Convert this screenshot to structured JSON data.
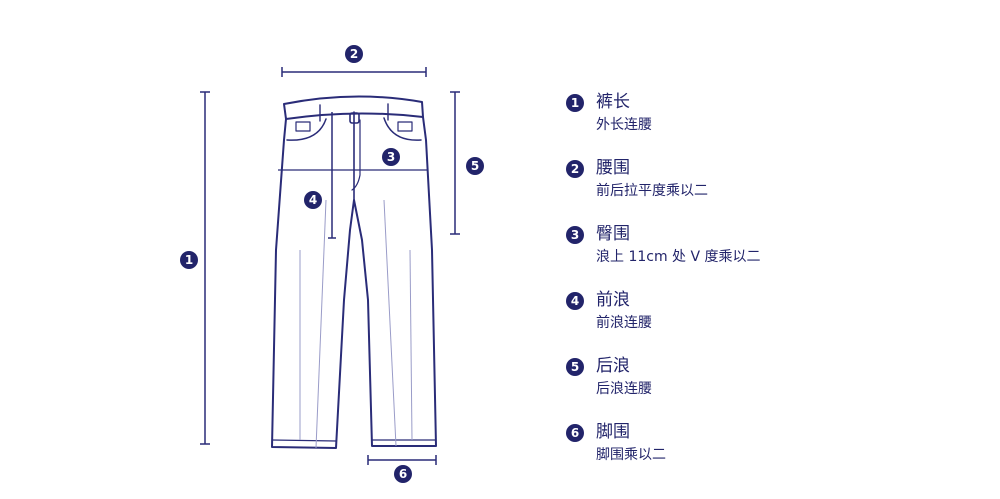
{
  "colors": {
    "ink": "#22246a",
    "line": "#2a2c78",
    "light": "#9a9cc8",
    "background": "#ffffff"
  },
  "markers": [
    "1",
    "2",
    "3",
    "4",
    "5",
    "6"
  ],
  "legend": [
    {
      "number": "1",
      "title": "裤长",
      "desc": "外长连腰"
    },
    {
      "number": "2",
      "title": "腰围",
      "desc": "前后拉平度乘以二"
    },
    {
      "number": "3",
      "title": "臀围",
      "desc": "浪上 11cm 处 V 度乘以二"
    },
    {
      "number": "4",
      "title": "前浪",
      "desc": "前浪连腰"
    },
    {
      "number": "5",
      "title": "后浪",
      "desc": "后浪连腰"
    },
    {
      "number": "6",
      "title": "脚围",
      "desc": "脚围乘以二"
    }
  ]
}
